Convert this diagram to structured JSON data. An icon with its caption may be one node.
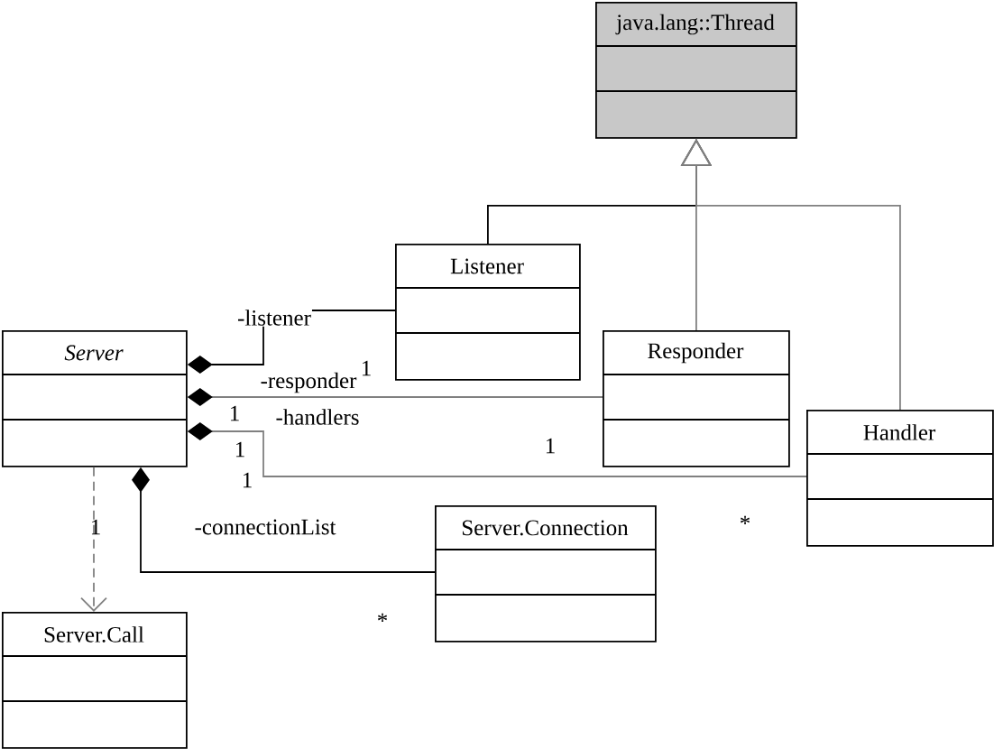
{
  "diagram": {
    "nodes": [
      {
        "text": [
          "java.lang::Thread"
        ]
      },
      {
        "text": [
          "Listener"
        ]
      },
      {
        "text": [
          "Server"
        ]
      },
      {
        "text": [
          "Responder"
        ]
      },
      {
        "text": [
          "Handler"
        ]
      },
      {
        "text": [
          "Server.Connection"
        ]
      },
      {
        "text": [
          "Server.Call"
        ]
      }
    ],
    "edges": [
      {
        "from": 1,
        "to": 0,
        "arrow": "to",
        "color": "#000000"
      },
      {
        "from": 3,
        "to": 0,
        "arrow": "to",
        "color": "#808080"
      },
      {
        "from": 4,
        "to": 0,
        "arrow": "to",
        "color": "#808080"
      },
      {
        "from": 2,
        "to": 1,
        "arrow": "other",
        "label": "-listener",
        "color": "#000000"
      },
      {
        "from": 2,
        "to": 3,
        "arrow": "other",
        "label": "-responder",
        "color": "#808080"
      },
      {
        "from": 2,
        "to": 4,
        "arrow": "other",
        "label": "-handlers",
        "color": "#808080"
      },
      {
        "from": 2,
        "to": 5,
        "arrow": "other",
        "label": "-connectionList",
        "color": "#000000"
      },
      {
        "from": 2,
        "to": 6,
        "arrow": "to",
        "style": "dashed",
        "color": "#808080"
      }
    ],
    "labels": [
      "1",
      "1",
      "1",
      "1",
      "1",
      "*",
      "1",
      "*"
    ]
  }
}
